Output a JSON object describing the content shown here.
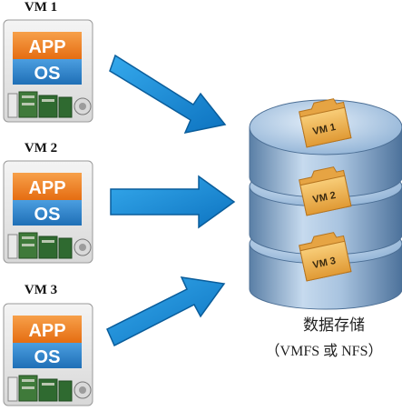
{
  "vms": [
    {
      "label": "VM 1",
      "app_label": "APP",
      "os_label": "OS"
    },
    {
      "label": "VM 2",
      "app_label": "APP",
      "os_label": "OS"
    },
    {
      "label": "VM 3",
      "app_label": "APP",
      "os_label": "OS"
    }
  ],
  "datastore": {
    "folders": [
      "VM 1",
      "VM 2",
      "VM 3"
    ],
    "caption": "数据存储",
    "subcaption": "（VMFS 或 NFS）"
  },
  "colors": {
    "app_orange": "#ef7d22",
    "os_blue": "#2e82cc",
    "arrow_blue": "#1a8fd6",
    "folder_tan": "#f2b654",
    "cylinder_blue": "#8fb2d6"
  },
  "icons": [
    "arrow-right-icon",
    "folder-icon",
    "hardware-icon",
    "database-cylinder-icon"
  ]
}
